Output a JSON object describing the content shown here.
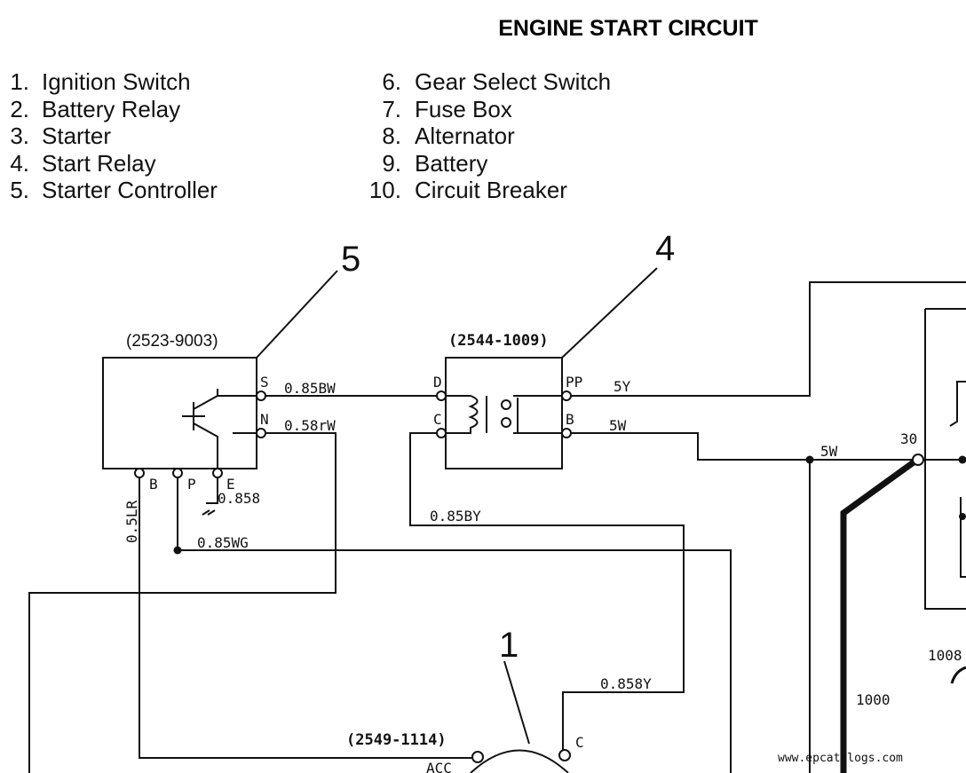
{
  "title": "ENGINE START CIRCUIT",
  "legend": [
    {
      "num": "1.",
      "label": "Ignition Switch"
    },
    {
      "num": "2.",
      "label": "Battery Relay"
    },
    {
      "num": "3.",
      "label": "Starter"
    },
    {
      "num": "4.",
      "label": "Start Relay"
    },
    {
      "num": "5.",
      "label": "Starter Controller"
    },
    {
      "num": "6.",
      "label": "Gear Select Switch"
    },
    {
      "num": "7.",
      "label": "Fuse Box"
    },
    {
      "num": "8.",
      "label": "Alternator"
    },
    {
      "num": "9.",
      "label": "Battery"
    },
    {
      "num": "10.",
      "label": "Circuit Breaker"
    }
  ],
  "callouts": {
    "c5": "5",
    "c4": "4",
    "c1": "1"
  },
  "components": {
    "starter_controller": {
      "part_number": "(2523-9003)",
      "terminals": {
        "s": "S",
        "n": "N",
        "b": "B",
        "p": "P",
        "e": "E"
      }
    },
    "start_relay": {
      "part_number": "(2544-1009)",
      "terminals": {
        "d": "D",
        "c": "C",
        "pp": "PP",
        "b": "B"
      }
    },
    "ignition_switch": {
      "part_number": "(2549-1114)",
      "terminals": {
        "acc": "ACC",
        "c": "C"
      }
    }
  },
  "wires": {
    "w_s": "0.85BW",
    "w_n": "0.58rW",
    "w_e": "0.858",
    "w_b": "0.5LR",
    "w_wg": "0.85WG",
    "w_by1": "0.85BY",
    "w_by2": "0.858Y",
    "w_pp": "5Y",
    "w_b2": "5W",
    "w_sw": "5W",
    "w_1000": "1000",
    "w_1008": "1008",
    "t_30": "30"
  },
  "watermark": "www.epcatalogs.com",
  "colors": {
    "ink": "#111111",
    "background": "#ffffff"
  }
}
